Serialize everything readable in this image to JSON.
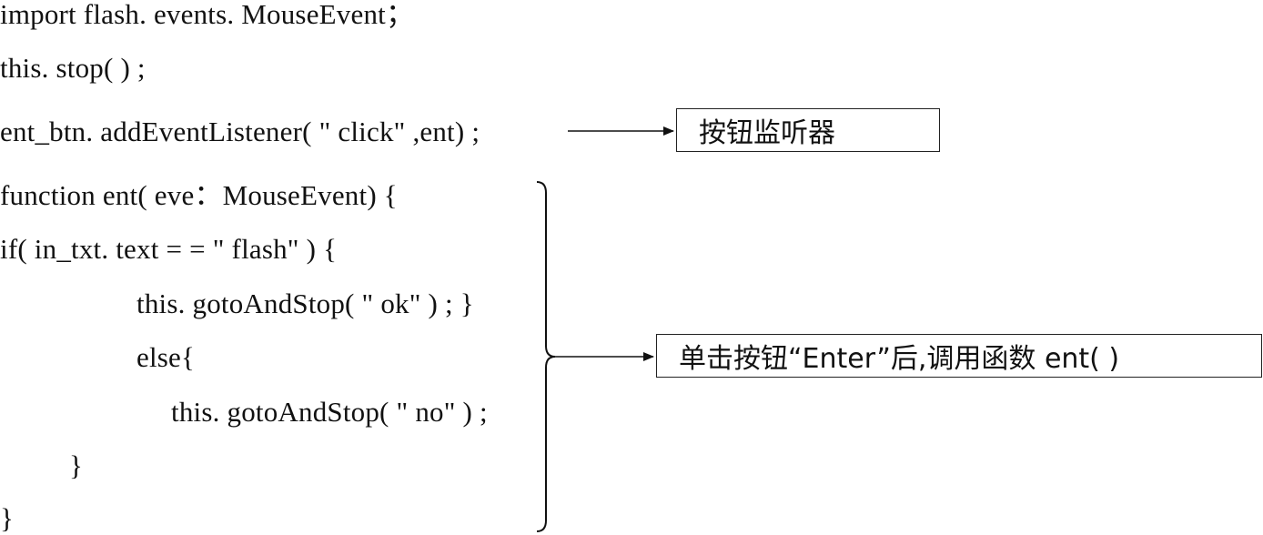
{
  "code_lines": [
    "import flash. events. MouseEvent；",
    "this. stop( ) ;",
    "ent_btn. addEventListener( \" click\" ,ent) ;",
    "function ent( eve：MouseEvent) {",
    "if( in_txt. text = = \" flash\" ) {",
    "this. gotoAndStop( \" ok\" ) ; }",
    "else{",
    "this. gotoAndStop( \" no\" ) ;",
    "}",
    "}"
  ],
  "annotations": {
    "listener": "按钮监听器",
    "function": "单击按钮“Enter”后,调用函数 ent( )"
  }
}
